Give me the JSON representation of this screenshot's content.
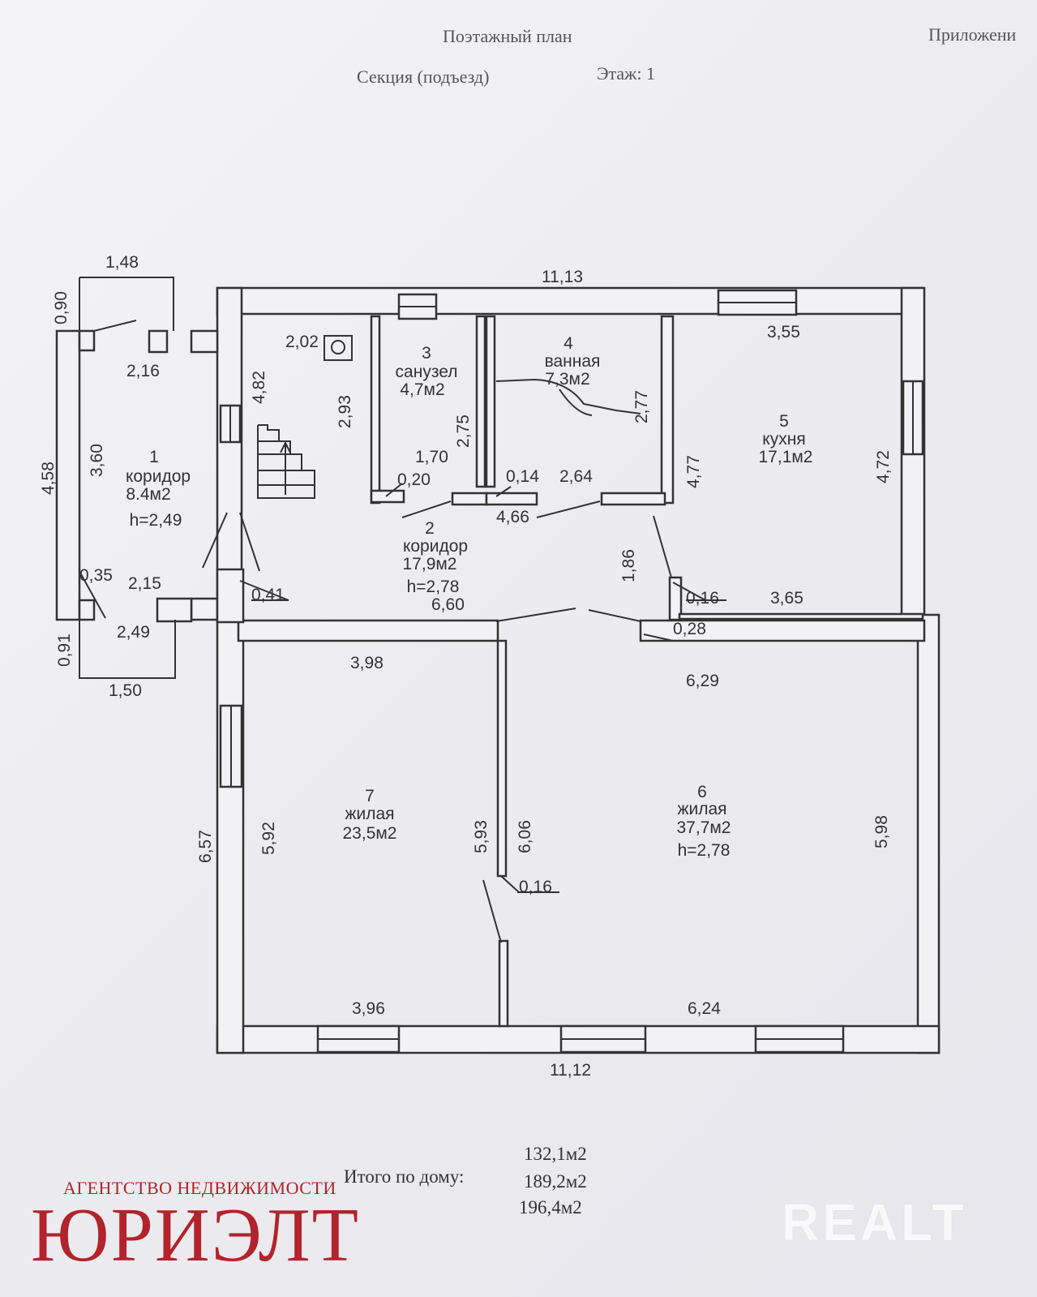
{
  "header": {
    "title": "Поэтажный план",
    "appendix": "Приложени",
    "section": "Секция (подъезд)",
    "floor": "Этаж: 1"
  },
  "rooms": [
    {
      "number": "1",
      "name": "коридор",
      "area": "8.4м2",
      "height": "h=2,49"
    },
    {
      "number": "2",
      "name": "коридор",
      "area": "17,9м2",
      "height": "h=2,78"
    },
    {
      "number": "3",
      "name": "санузел",
      "area": "4,7м2"
    },
    {
      "number": "4",
      "name": "ванная",
      "area": "7,3м2"
    },
    {
      "number": "5",
      "name": "кухня",
      "area": "17,1м2"
    },
    {
      "number": "6",
      "name": "жилая",
      "area": "37,7м2",
      "height": "h=2,78"
    },
    {
      "number": "7",
      "name": "жилая",
      "area": "23,5м2"
    }
  ],
  "dimensions": {
    "d_1_48": "1,48",
    "d_0_90": "0,90",
    "d_11_13": "11,13",
    "d_2_16": "2,16",
    "d_2_02": "2,02",
    "d_4_82": "4,82",
    "d_2_93": "2,93",
    "d_3_55": "3,55",
    "d_2_75": "2,75",
    "d_2_77": "2,77",
    "d_4_58": "4,58",
    "d_3_60": "3,60",
    "d_1_70": "1,70",
    "d_0_20": "0,20",
    "d_0_14": "0,14",
    "d_2_64": "2,64",
    "d_4_77": "4,77",
    "d_4_72": "4,72",
    "d_4_66": "4,66",
    "d_1_86": "1,86",
    "d_0_35": "0,35",
    "d_2_15": "2,15",
    "d_0_41": "0,41",
    "d_0_16a": "0,16",
    "d_3_65": "3,65",
    "d_6_60": "6,60",
    "d_2_49": "2,49",
    "d_0_91": "0,91",
    "d_0_28": "0,28",
    "d_3_98": "3,98",
    "d_6_29": "6,29",
    "d_1_50": "1,50",
    "d_6_57": "6,57",
    "d_5_92": "5,92",
    "d_5_93": "5,93",
    "d_6_06": "6,06",
    "d_5_98": "5,98",
    "d_0_16b": "0,16",
    "d_3_96": "3,96",
    "d_6_24": "6,24",
    "d_11_12": "11,12"
  },
  "totals": {
    "label": "Итого по дому:",
    "values": [
      "132,1м2",
      "189,2м2",
      "196,4м2"
    ]
  },
  "branding": {
    "agency_subtitle": "АГЕНТСТВО НЕДВИЖИМОСТИ",
    "agency_name": "ЮРИЭЛТ",
    "watermark": "REALT"
  },
  "colors": {
    "agency_red": "#b2232c",
    "ink": "#333333",
    "paper": "#f0f0f3"
  }
}
